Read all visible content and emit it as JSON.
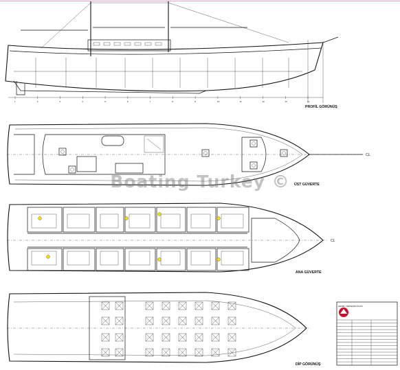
{
  "views": {
    "profile": {
      "caption": "PROFİL GÖRÜNÜŞ"
    },
    "upper_deck": {
      "caption": "ÜST GÜVERTE",
      "centerline": "CL"
    },
    "main_deck": {
      "caption": "ANA GÜVERTE",
      "centerline": "CL"
    },
    "bottom": {
      "caption": "DİP GÖRÜNÜŞ"
    }
  },
  "profile_stations": [
    "1",
    "2",
    "3",
    "4",
    "5",
    "6",
    "7",
    "8",
    "9",
    "10",
    "11",
    "12",
    "13",
    "14"
  ],
  "watermark": "Boating Turkey ©",
  "title_block": {
    "heading": "GENEL YERLEŞİM PLANI"
  },
  "colors": {
    "line": "#111111",
    "accent_wc": "#f2e000",
    "seal": "#c8102e",
    "top_border": "#e8a0c8"
  }
}
